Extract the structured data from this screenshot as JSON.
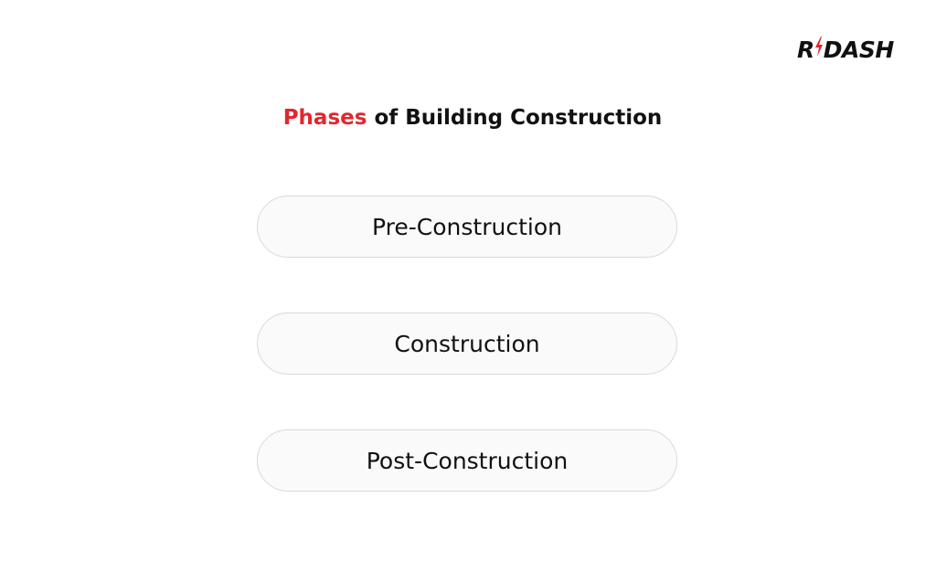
{
  "brand": {
    "logo_left": "R",
    "logo_right": "DASH",
    "logo_icon": "lightning-bolt-icon",
    "accent_color": "#e3262e"
  },
  "title": {
    "highlight": "Phases",
    "rest": " of Building Construction"
  },
  "phases": [
    {
      "label": "Pre-Construction"
    },
    {
      "label": "Construction"
    },
    {
      "label": "Post-Construction"
    }
  ]
}
